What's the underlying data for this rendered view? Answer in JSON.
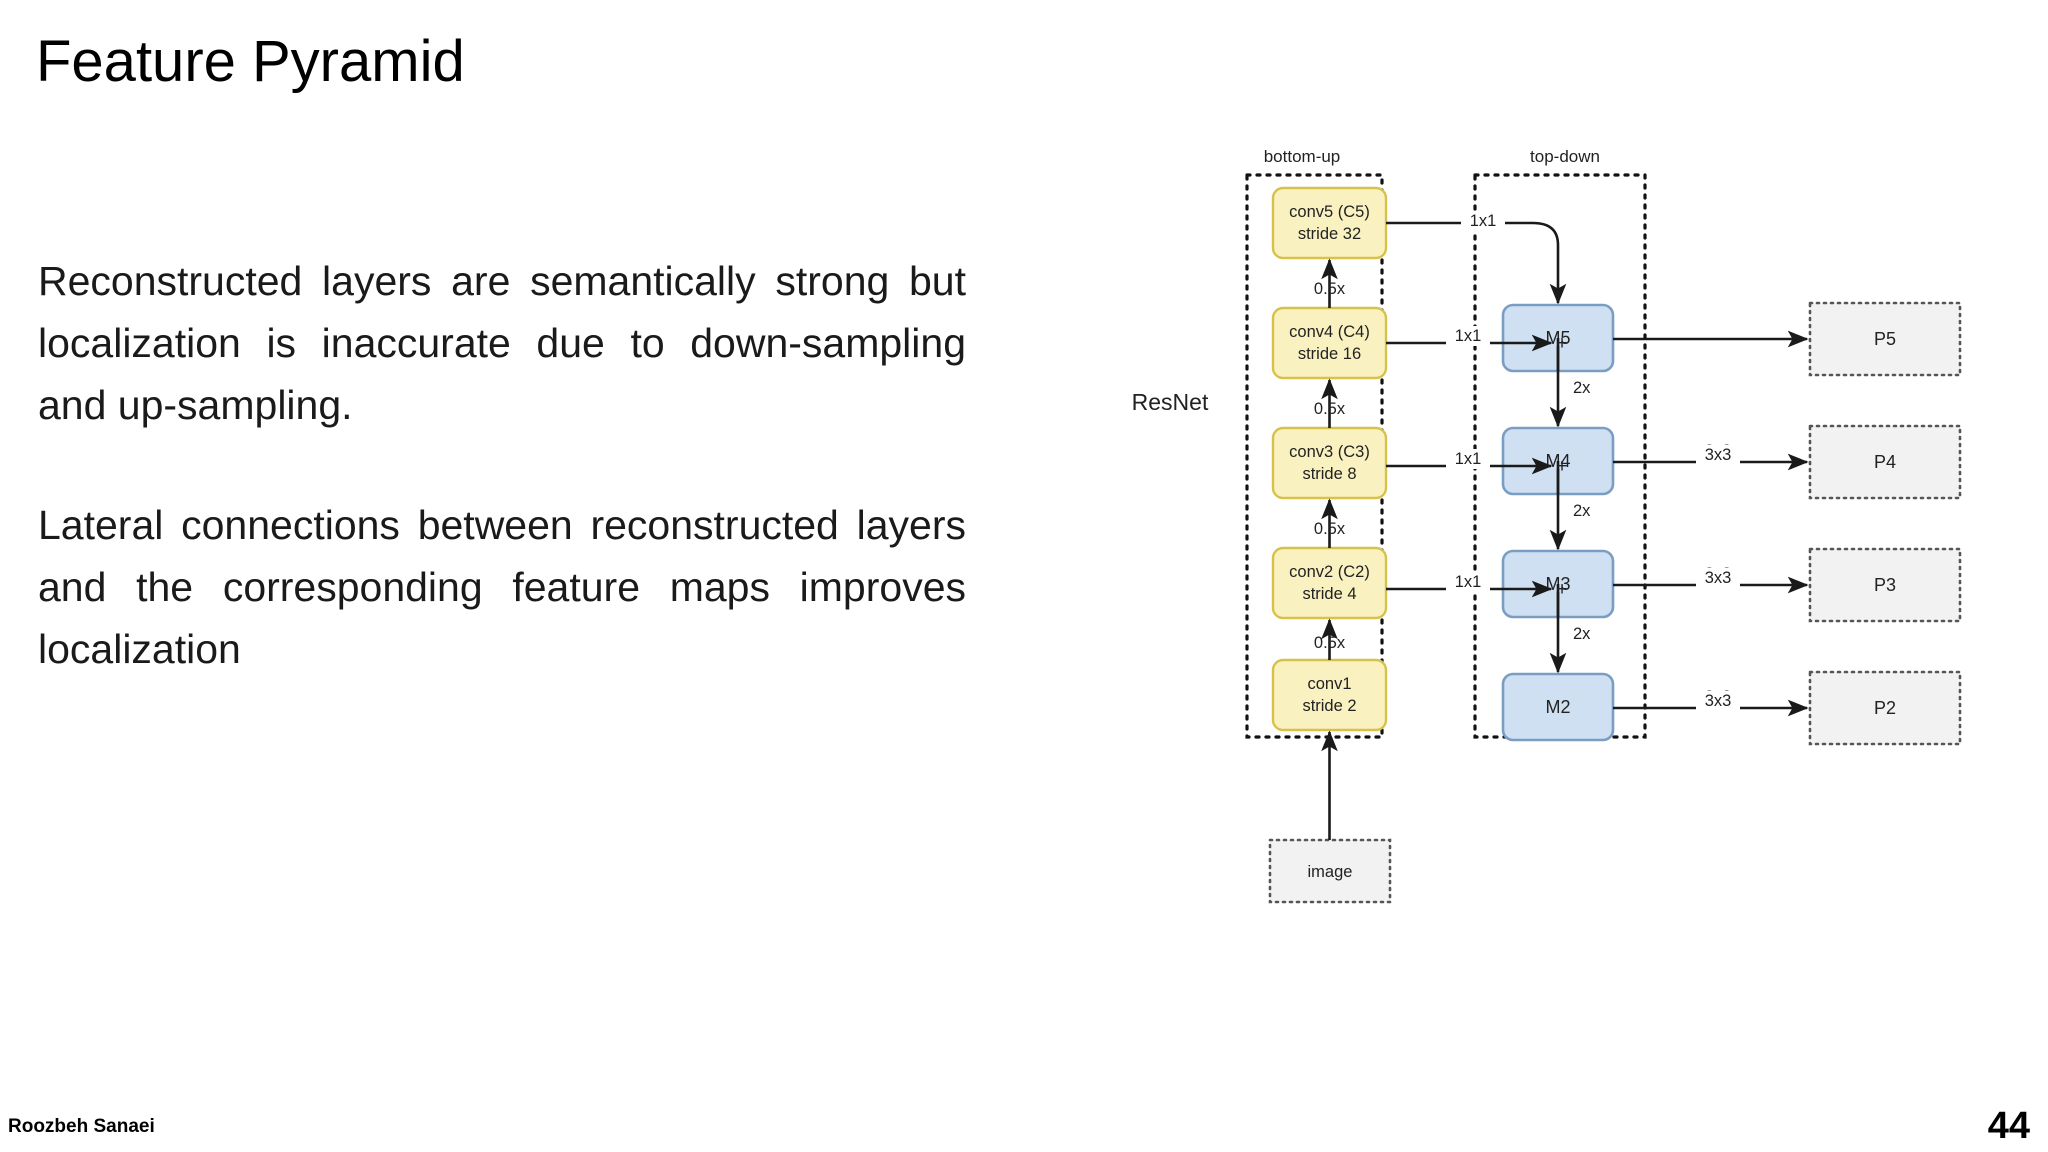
{
  "slide": {
    "title": "Feature Pyramid",
    "paragraphs": [
      "Reconstructed layers are semantically strong but localization is inaccurate due to down-sampling and up-sampling.",
      "Lateral connections between reconstructed layers and the corresponding feature maps improves localization"
    ],
    "footer": {
      "author": "Roozbeh Sanaei",
      "page_number": "44"
    }
  },
  "diagram": {
    "column_headers": {
      "bottom_up": "bottom-up",
      "top_down": "top-down"
    },
    "side_label": "ResNet",
    "backbone_blocks": [
      {
        "line1": "conv5 (C5)",
        "line2": "stride 32"
      },
      {
        "line1": "conv4 (C4)",
        "line2": "stride 16"
      },
      {
        "line1": "conv3 (C3)",
        "line2": "stride 8"
      },
      {
        "line1": "conv2 (C2)",
        "line2": "stride 4"
      },
      {
        "line1": "conv1",
        "line2": "stride 2"
      }
    ],
    "downsample_labels": [
      "0.5x",
      "0.5x",
      "0.5x",
      "0.5x"
    ],
    "lateral_labels": [
      "1x1",
      "1x1",
      "1x1",
      "1x1"
    ],
    "upsample_labels": [
      "2x",
      "2x",
      "2x"
    ],
    "merge_symbol": "+",
    "merge_blocks": [
      "M5",
      "M4",
      "M3",
      "M2"
    ],
    "output_conv_labels": [
      "",
      "3x3",
      "3x3",
      "3x3"
    ],
    "output_blocks": [
      "P5",
      "P4",
      "P3",
      "P2"
    ],
    "input_block": "image",
    "colors": {
      "backbone_fill": "#faf1c0",
      "backbone_stroke": "#d6c24a",
      "merge_fill": "#cfe0f3",
      "merge_stroke": "#7a9ec2",
      "output_fill": "#f2f2f2",
      "output_stroke": "#555555",
      "line": "#1a1a1a",
      "dashed_group": "#111111"
    }
  }
}
